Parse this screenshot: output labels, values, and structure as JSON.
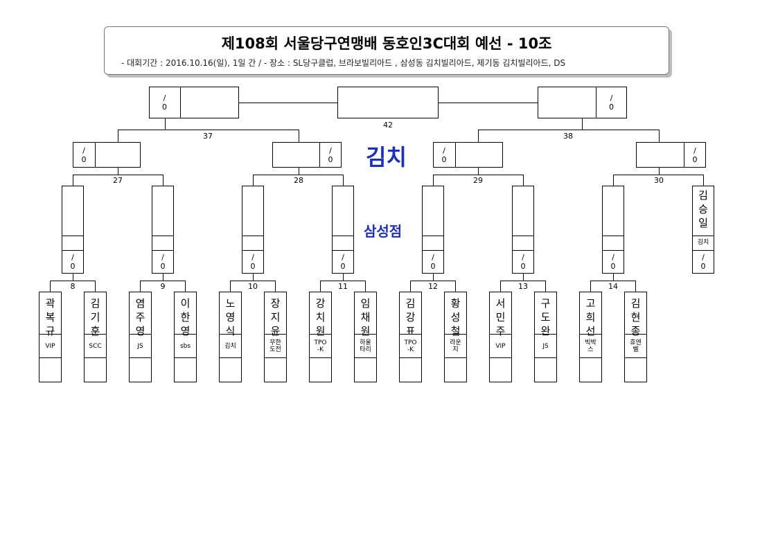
{
  "header": {
    "title": "제108회 서울당구연맹배 동호인3C대회 예선 - 10조",
    "subtitle": "- 대회기간 : 2016.10.16(일), 1일 간 / - 장소 : SL당구클럽, 브라보빌리아드 , 삼성동 김치빌리아드, 제기동 김치빌리아드, DS"
  },
  "score_placeholder": "/\n0",
  "venues": {
    "upper": "김치",
    "lower": "삼성점"
  },
  "final_match": "42",
  "semi_matches": [
    "37",
    "38"
  ],
  "quarter_matches": [
    "27",
    "28",
    "29",
    "30"
  ],
  "round1_matches": [
    "8",
    "9",
    "10",
    "11",
    "12",
    "13",
    "14"
  ],
  "bye_player": {
    "name": "김\n승\n일",
    "club": "김치"
  },
  "players": [
    {
      "name": "곽\n복\n규",
      "club": "VIP"
    },
    {
      "name": "김\n기\n훈",
      "club": "SCC"
    },
    {
      "name": "염\n주\n영",
      "club": "JS"
    },
    {
      "name": "이\n한\n영",
      "club": "sbs"
    },
    {
      "name": "노\n영\n식",
      "club": "김치"
    },
    {
      "name": "장\n지\n윤",
      "club": "무한\n도전"
    },
    {
      "name": "강\n치\n원",
      "club": "TPO\n-K"
    },
    {
      "name": "임\n채\n원",
      "club": "하울\n타리"
    },
    {
      "name": "김\n강\n표",
      "club": "TPO\n-K"
    },
    {
      "name": "황\n성\n철",
      "club": "라운\n지"
    },
    {
      "name": "서\n민\n주",
      "club": "VIP"
    },
    {
      "name": "구\n도\n완",
      "club": "JS"
    },
    {
      "name": "고\n희\n선",
      "club": "빅박\n스"
    },
    {
      "name": "김\n현\n종",
      "club": "휴엔\n벨"
    }
  ]
}
